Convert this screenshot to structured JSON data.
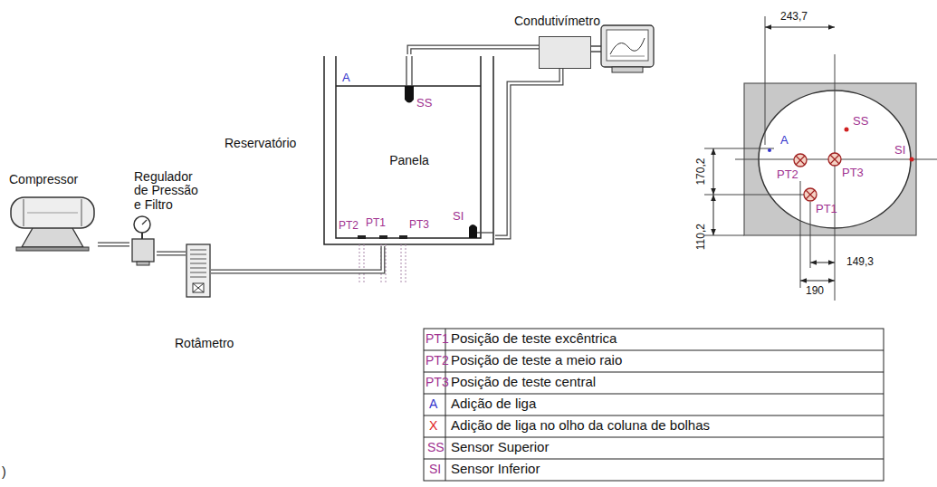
{
  "diagram": {
    "nodes": [
      {
        "text": [
          "Compressor"
        ]
      },
      {
        "text": [
          "Regulador de Pressão e Filtro"
        ]
      },
      {
        "text": [
          "Rotâmetro"
        ]
      },
      {
        "text": [
          "Panela"
        ]
      },
      {
        "text": [
          "Condutivímetro"
        ]
      }
    ],
    "edges": [
      {
        "from": 0,
        "to": 1,
        "arrow": "none"
      },
      {
        "from": 1,
        "to": 2,
        "arrow": "none"
      },
      {
        "from": 2,
        "to": 3,
        "arrow": "none"
      },
      {
        "from": 3,
        "to": 4,
        "arrow": "none"
      },
      {
        "from": 3,
        "to": 4,
        "arrow": "none"
      }
    ],
    "labels": [
      "Reservatório",
      "A",
      "SS",
      "PT2",
      "PT1",
      "PT3",
      "SI",
      "243,7",
      "SS",
      "A",
      "PT2",
      "PT3",
      "SI",
      "PT1",
      "170,2",
      "110,2",
      "149,3",
      "190",
      "PT1",
      "PT2",
      "PT3",
      "A",
      "X",
      "SS",
      "SI",
      ")"
    ],
    "legend": [
      {
        "text": "Posição de teste excêntrica"
      },
      {
        "text": "Posição de teste a meio raio"
      },
      {
        "text": "Posição de teste central"
      },
      {
        "text": "Adição de liga"
      },
      {
        "text": "Adição de liga no olho da coluna de bolhas"
      },
      {
        "text": "Sensor Superior"
      },
      {
        "text": "Sensor Inferior"
      }
    ]
  }
}
